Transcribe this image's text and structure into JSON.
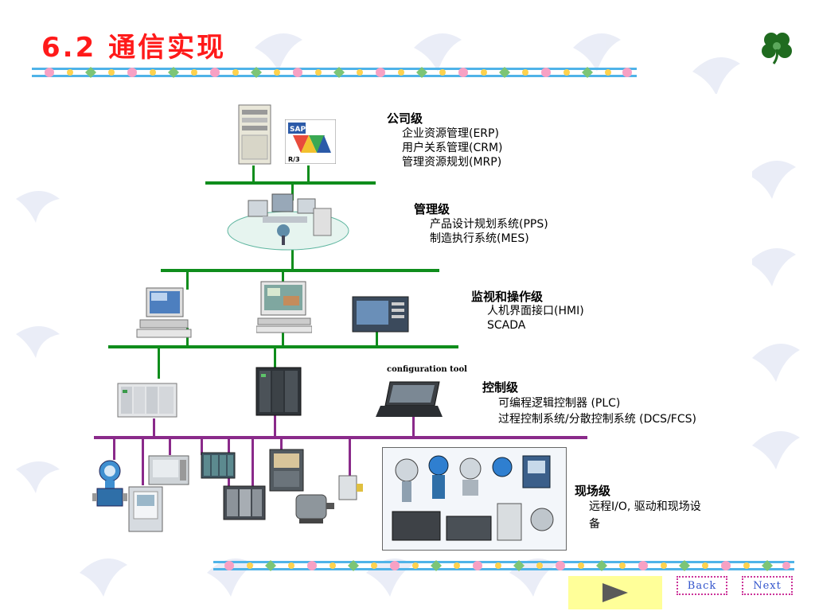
{
  "slide": {
    "title": "6.2  通信实现"
  },
  "levels": [
    {
      "title": "公司级",
      "items": [
        "企业资源管理(ERP)",
        "用户关系管理(CRM)",
        "管理资源规划(MRP)"
      ]
    },
    {
      "title": "管理级",
      "items": [
        "产品设计规划系统(PPS)",
        "制造执行系统(MES)"
      ]
    },
    {
      "title": "监视和操作级",
      "items": [
        "人机界面接口(HMI)",
        "SCADA"
      ]
    },
    {
      "title": "控制级",
      "items": [
        "可编程逻辑控制器 (PLC)",
        "过程控制系统/分散控制系统 (DCS/FCS)"
      ]
    },
    {
      "title": "现场级",
      "items": [
        "远程I/O, 驱动和现场设",
        "备"
      ]
    }
  ],
  "config_tool_label": "configuration tool",
  "sap_logo_text": "SAP R/3",
  "nav": {
    "back_label": "Back",
    "next_label": "Next"
  },
  "colors": {
    "title": "#ff1a1a",
    "network_bus": "#0f8d1c",
    "field_bus": "#8a2a8a",
    "play_button_bg": "#ffff99"
  },
  "icons": {
    "corner": "clover-icon",
    "play": "play-triangle-icon"
  }
}
